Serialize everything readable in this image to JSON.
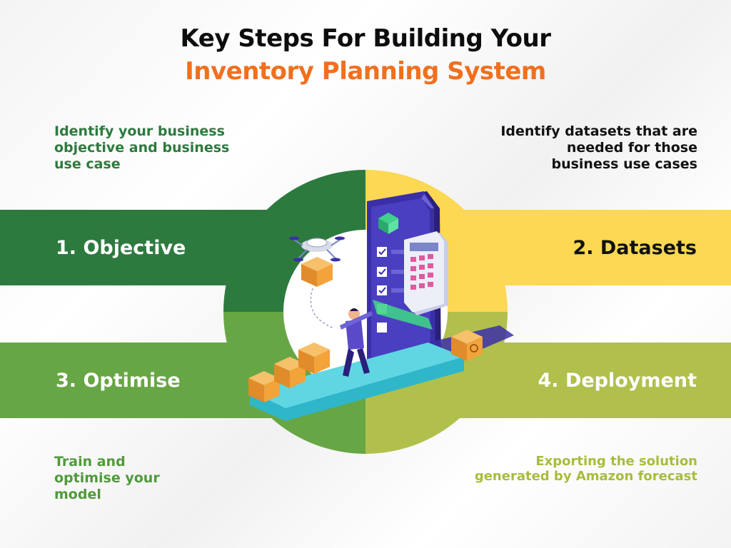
{
  "title": {
    "line1": "Key Steps For Building Your",
    "line2": "Inventory Planning System"
  },
  "steps": [
    {
      "label": "1. Objective",
      "description": "Identify your business\nobjective and business\nuse case"
    },
    {
      "label": "2. Datasets",
      "description": "Identify datasets that are\nneeded for those\nbusiness use cases"
    },
    {
      "label": "3. Optimise",
      "description": "Train and\noptimise your\nmodel"
    },
    {
      "label": "4. Deployment",
      "description": "Exporting the solution\ngenerated by Amazon forecast"
    }
  ],
  "colors": {
    "title_dark": "#0d0d0d",
    "title_accent": "#f0701e",
    "objective": "#2d7a3e",
    "datasets": "#fcd853",
    "optimise": "#67a644",
    "deployment": "#b1c04c",
    "phone": "#3b2fa8",
    "box": "#f2a33a"
  },
  "illustration": {
    "icons": [
      "drone-icon",
      "smartphone-icon",
      "calculator-icon",
      "checklist-icon",
      "person-icon",
      "cardboard-box-icon",
      "conveyor-belt-icon"
    ]
  }
}
